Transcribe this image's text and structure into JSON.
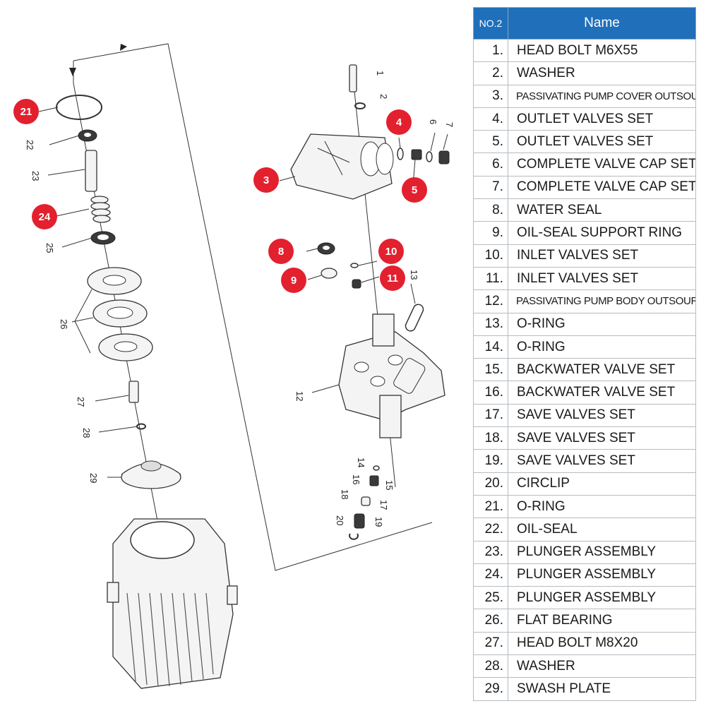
{
  "table": {
    "header_no": "NO.2",
    "header_name": "Name",
    "rows": [
      {
        "no": "1.",
        "name": "HEAD BOLT M6X55"
      },
      {
        "no": "2.",
        "name": "WASHER"
      },
      {
        "no": "3.",
        "name": "PASSIVATING PUMP COVER OUTSOURCED"
      },
      {
        "no": "4.",
        "name": "OUTLET VALVES SET"
      },
      {
        "no": "5.",
        "name": "OUTLET VALVES SET"
      },
      {
        "no": "6.",
        "name": "COMPLETE VALVE CAP SET"
      },
      {
        "no": "7.",
        "name": "COMPLETE VALVE CAP SET"
      },
      {
        "no": "8.",
        "name": "WATER SEAL"
      },
      {
        "no": "9.",
        "name": "OIL-SEAL SUPPORT RING"
      },
      {
        "no": "10.",
        "name": "INLET VALVES SET"
      },
      {
        "no": "11.",
        "name": "INLET VALVES SET"
      },
      {
        "no": "12.",
        "name": "PASSIVATING PUMP BODY OUTSOURCED"
      },
      {
        "no": "13.",
        "name": "O-RING"
      },
      {
        "no": "14.",
        "name": "O-RING"
      },
      {
        "no": "15.",
        "name": "BACKWATER VALVE SET"
      },
      {
        "no": "16.",
        "name": "BACKWATER VALVE SET"
      },
      {
        "no": "17.",
        "name": "SAVE VALVES SET"
      },
      {
        "no": "18.",
        "name": "SAVE VALVES SET"
      },
      {
        "no": "19.",
        "name": "SAVE VALVES SET"
      },
      {
        "no": "20.",
        "name": "CIRCLIP"
      },
      {
        "no": "21.",
        "name": "O-RING"
      },
      {
        "no": "22.",
        "name": "OIL-SEAL"
      },
      {
        "no": "23.",
        "name": "PLUNGER ASSEMBLY"
      },
      {
        "no": "24.",
        "name": "PLUNGER ASSEMBLY"
      },
      {
        "no": "25.",
        "name": "PLUNGER ASSEMBLY"
      },
      {
        "no": "26.",
        "name": "FLAT BEARING"
      },
      {
        "no": "27.",
        "name": "HEAD BOLT M8X20"
      },
      {
        "no": "28.",
        "name": "WASHER"
      },
      {
        "no": "29.",
        "name": "SWASH PLATE"
      }
    ]
  },
  "diagram": {
    "badge_color": "#e3202e",
    "badges": [
      "21",
      "24",
      "3",
      "4",
      "5",
      "8",
      "9",
      "10",
      "11"
    ],
    "labels": [
      "1",
      "2",
      "6",
      "7",
      "12",
      "13",
      "14",
      "15",
      "16",
      "17",
      "18",
      "19",
      "20",
      "22",
      "23",
      "25",
      "26",
      "27",
      "28",
      "29"
    ]
  }
}
